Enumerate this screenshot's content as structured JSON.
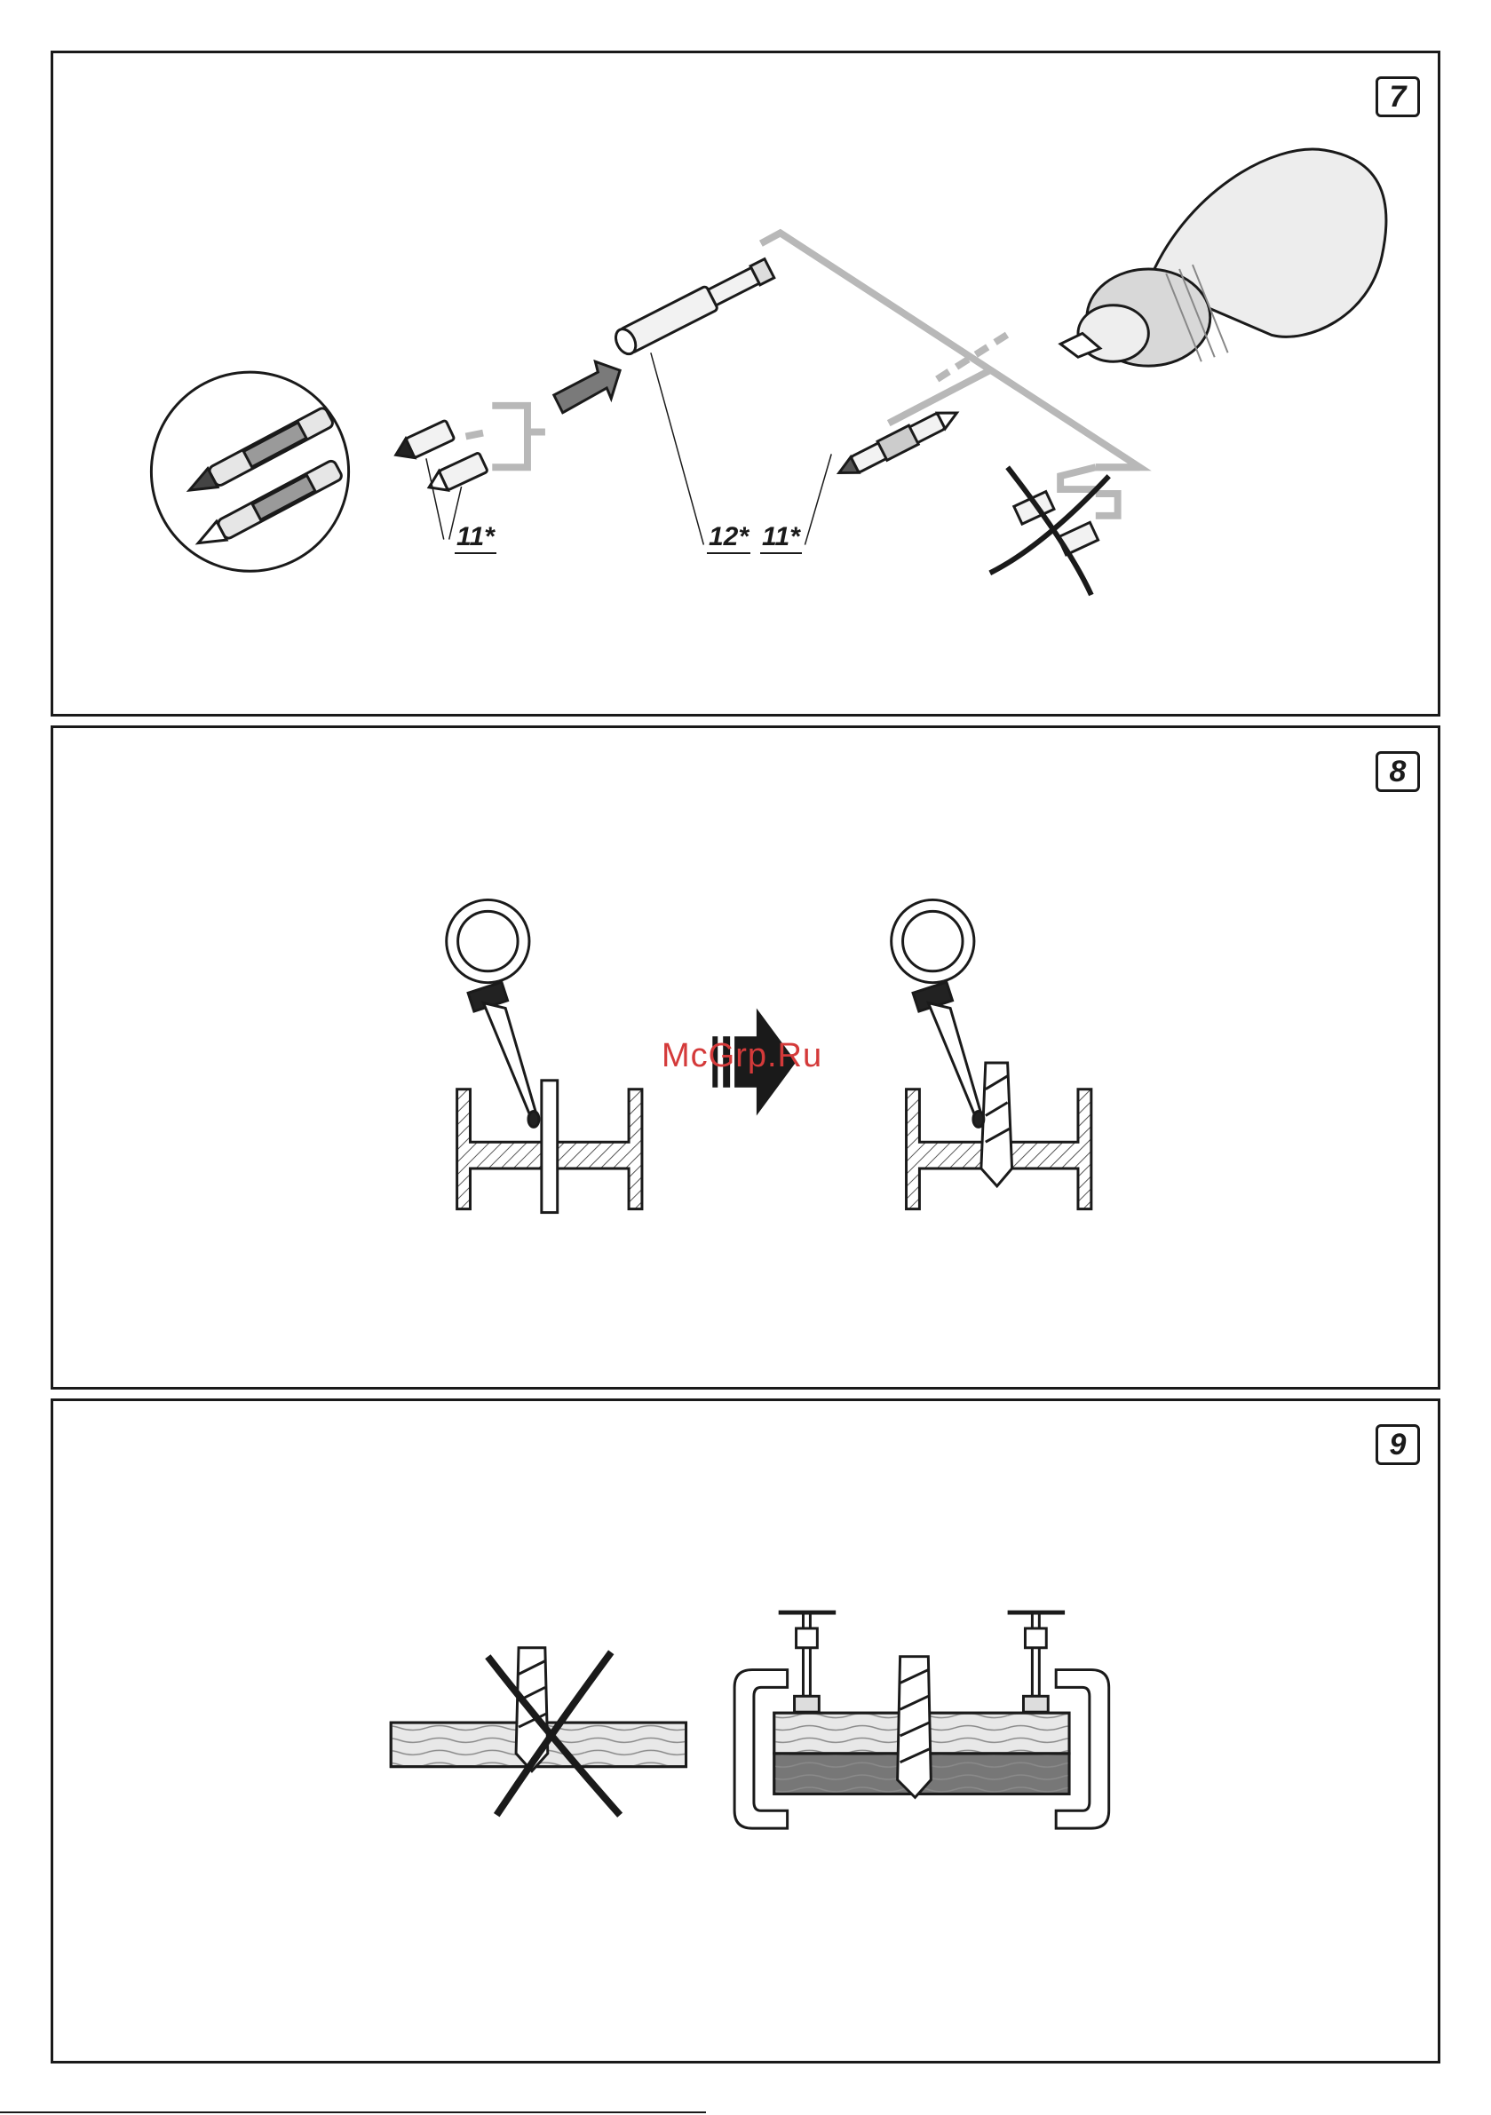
{
  "panels": {
    "p7": {
      "number": "7"
    },
    "p8": {
      "number": "8"
    },
    "p9": {
      "number": "9"
    }
  },
  "callouts": {
    "bits_left": "11*",
    "holder": "12*",
    "bits_right": "11*"
  },
  "watermark": "McGrp.Ru"
}
